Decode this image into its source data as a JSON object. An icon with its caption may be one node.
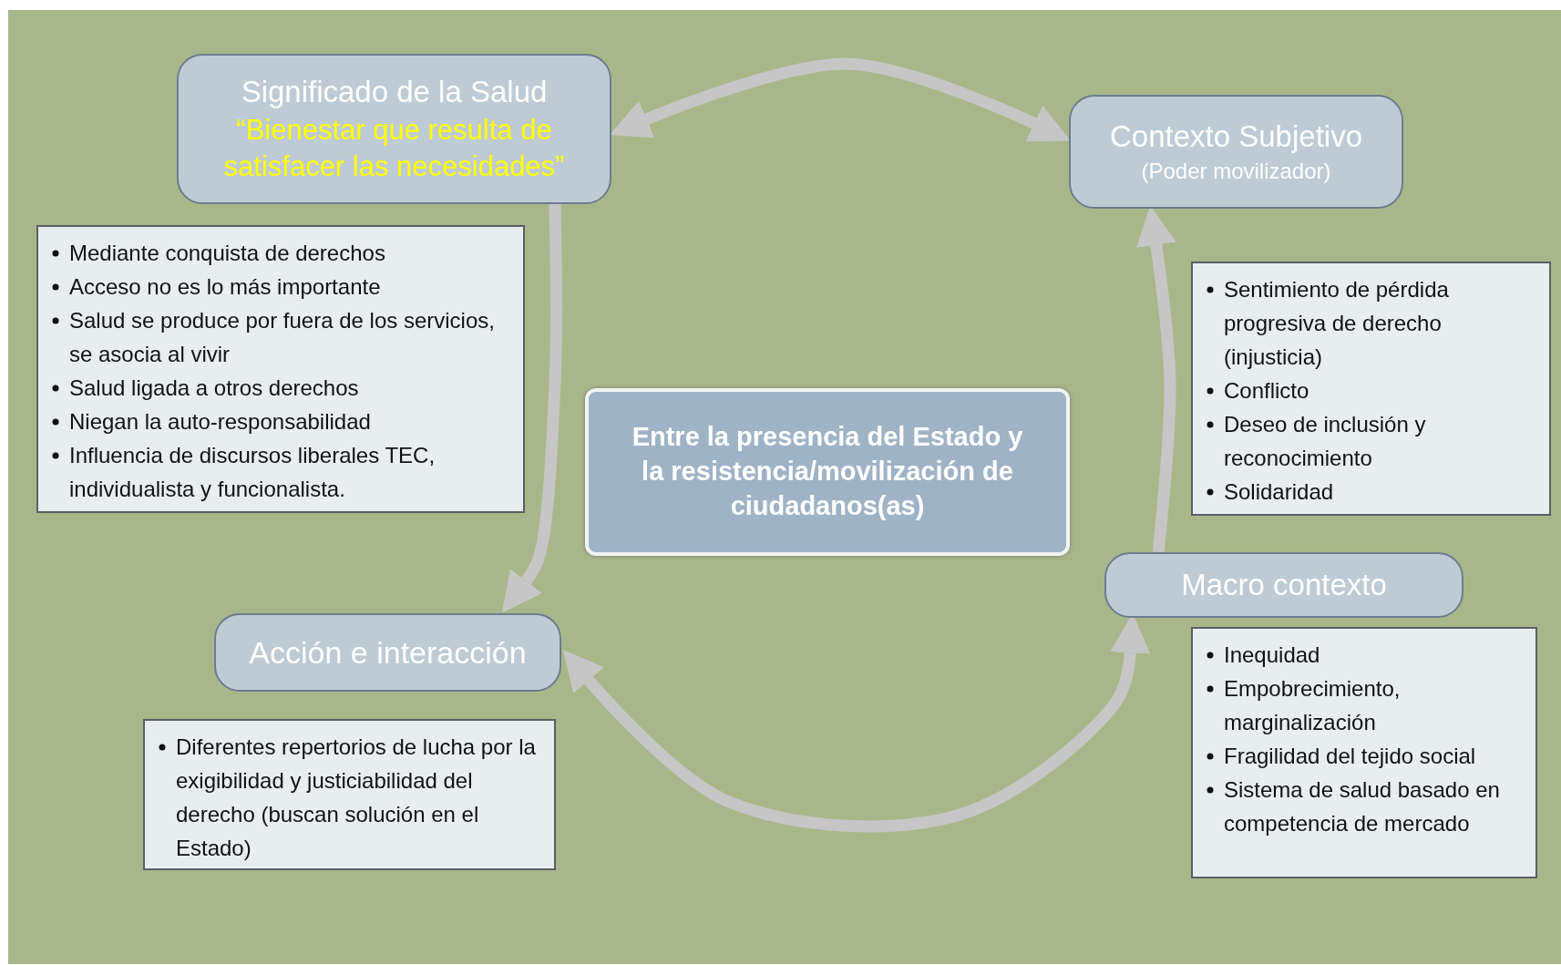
{
  "diagram": {
    "nodes": [
      {
        "text": [
          "Significado de la Salud",
          "“Bienestar que resulta de satisfacer las necesidades”"
        ]
      },
      {
        "text": [
          "Contexto Subjetivo",
          "(Poder movilizador)"
        ]
      },
      {
        "text": [
          "Mediante conquista de derechos",
          "Acceso no es lo más importante",
          "Salud se produce por fuera de los servicios, se asocia al vivir",
          "Salud ligada a otros derechos",
          "Niegan la auto-responsabilidad",
          "Influencia de discursos liberales TEC, individualista y funcionalista."
        ]
      },
      {
        "text": [
          "Sentimiento de pérdida progresiva de derecho (injusticia)",
          "Conflicto",
          "Deseo de inclusión y reconocimiento",
          "Solidaridad"
        ]
      },
      {
        "text": [
          "Entre la presencia del Estado y la resistencia/movilización de ciudadanos(as)"
        ]
      },
      {
        "text": [
          "Macro contexto"
        ]
      },
      {
        "text": [
          "Inequidad",
          "Empobrecimiento, marginalización",
          "Fragilidad del tejido social",
          "Sistema de salud basado en competencia de mercado"
        ]
      },
      {
        "text": [
          "Acción e interacción"
        ]
      },
      {
        "text": [
          "Diferentes repertorios de lucha por la exigibilidad y justiciabilidad del derecho (buscan solución en el Estado)"
        ]
      }
    ],
    "edges": [
      {
        "from": 0,
        "to": 1,
        "arrow": "both"
      },
      {
        "from": 0,
        "to": 7,
        "arrow": "to"
      },
      {
        "from": 7,
        "to": 5,
        "arrow": "both"
      },
      {
        "from": 5,
        "to": 1,
        "arrow": "to"
      }
    ]
  }
}
